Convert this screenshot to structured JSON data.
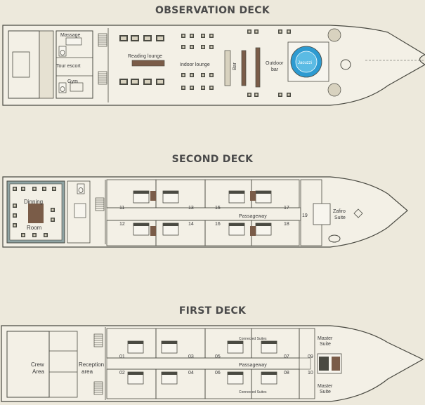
{
  "decks": {
    "observation": {
      "title": "OBSERVATION DECK",
      "rooms": {
        "massage": "Massage",
        "tour_escort": "Tour escort",
        "gym": "Gym",
        "reading_lounge": "Reading lounge",
        "indoor_lounge": "Indoor lounge",
        "bar": "Bar",
        "outdoor_bar_1": "Outdoor",
        "outdoor_bar_2": "bar",
        "jacuzzi": "Jacuzzi"
      }
    },
    "second": {
      "title": "SECOND DECK",
      "rooms": {
        "dining_1": "Dinning",
        "dining_2": "Room",
        "passageway": "Passageway",
        "zafiro_1": "Zafiro",
        "zafiro_2": "Suite"
      },
      "cabin_numbers": [
        "11",
        "13",
        "15",
        "17",
        "12",
        "14",
        "16",
        "18",
        "19"
      ]
    },
    "first": {
      "title": "FIRST DECK",
      "rooms": {
        "crew_1": "Crew",
        "crew_2": "Area",
        "reception_1": "Reception",
        "reception_2": "area",
        "passageway": "Passageway",
        "connected_top": "Connected Suites",
        "connected_bottom": "Connected Suites",
        "master_top_1": "Master",
        "master_top_2": "Suite",
        "master_bottom_1": "Master",
        "master_bottom_2": "Suite"
      },
      "cabin_numbers": [
        "01",
        "03",
        "05",
        "07",
        "09",
        "02",
        "04",
        "06",
        "08",
        "10"
      ]
    }
  }
}
